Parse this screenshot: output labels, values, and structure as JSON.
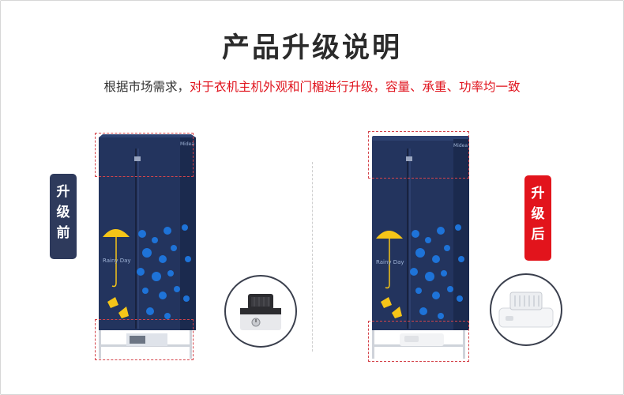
{
  "header": {
    "title": "产品升级说明",
    "subtitle_plain": "根据市场需求，",
    "subtitle_highlight": "对于衣机主机外观和门楣进行升级，容量、承重、功率均一致"
  },
  "before": {
    "badge": [
      "升",
      "级",
      "前"
    ],
    "brand": "Midea",
    "tagline": "Rainy Day"
  },
  "after": {
    "badge": [
      "升",
      "级",
      "后"
    ],
    "brand": "Midea",
    "tagline": "Rainy Day"
  },
  "colors": {
    "navy": "#23345e",
    "badge_before": "#2e3a5c",
    "badge_after": "#e2141c",
    "highlight_text": "#e0141e",
    "dot_blue": "#1e73d8",
    "umbrella_yellow": "#f5c518"
  }
}
